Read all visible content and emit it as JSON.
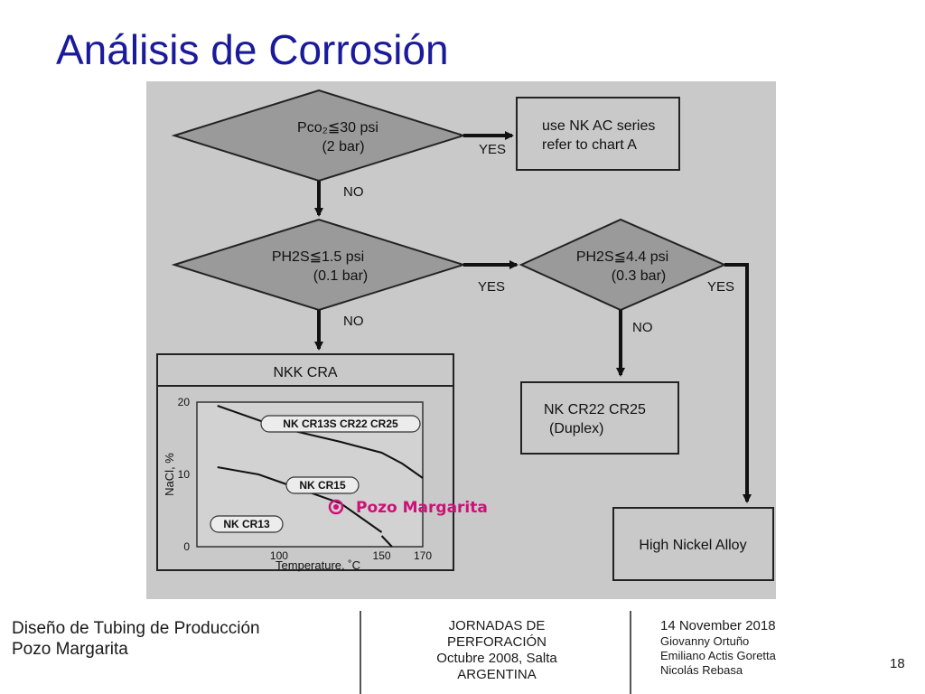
{
  "title": "Análisis de Corrosión",
  "flowchart": {
    "d1_line1": "Pco₂≦30 psi",
    "d1_line2": "(2 bar)",
    "d2_line1": "PH2S≦1.5 psi",
    "d2_line2": "(0.1 bar)",
    "d3_line1": "PH2S≦4.4 psi",
    "d3_line2": "(0.3 bar)",
    "box_ac_line1": "use NK AC series",
    "box_ac_line2": "refer to chart A",
    "box_duplex_line1": "NK CR22 CR25",
    "box_duplex_line2": "(Duplex)",
    "box_nickel": "High Nickel Alloy",
    "yes": "YES",
    "no": "NO",
    "cra_title": "NKK CRA"
  },
  "chart_data": {
    "type": "line",
    "xlabel": "Temperature, ˚C",
    "ylabel": "NaCl, %",
    "xlim": [
      60,
      170
    ],
    "ylim": [
      0,
      20
    ],
    "x_ticks": [
      "100",
      "150",
      "170"
    ],
    "y_ticks": [
      "0",
      "10",
      "20"
    ],
    "series": [
      {
        "name": "NK CR13S CR22 CR25",
        "x": [
          70,
          100,
          130,
          150,
          160,
          170
        ],
        "y": [
          19.5,
          16.5,
          14.5,
          13.0,
          11.5,
          9.5
        ]
      },
      {
        "name": "NK CR15",
        "x": [
          70,
          90,
          110,
          130,
          140,
          150
        ],
        "y": [
          11.0,
          10.0,
          8.0,
          6.0,
          4.0,
          2.0
        ]
      },
      {
        "name": "NK CR13",
        "x": [
          150,
          155
        ],
        "y": [
          1.5,
          0.0
        ]
      }
    ],
    "annotation": "Pozo Margarita"
  },
  "footer": {
    "left_line1": "Diseño de Tubing de Producción",
    "left_line2": "Pozo Margarita",
    "mid_line1": "JORNADAS DE",
    "mid_line2": "PERFORACIÓN",
    "mid_line3": "Octubre 2008, Salta",
    "mid_line4": "ARGENTINA",
    "date": "14 November 2018",
    "author1": "Giovanny Ortuño",
    "author2": "Emiliano Actis Goretta",
    "author3": "Nicolás Rebasa",
    "page": "18"
  },
  "colors": {
    "title": "#1a1a9c",
    "annotation": "#cc1177",
    "diamond": "#9a9a9a",
    "figure_bg": "#c9c9c9"
  }
}
